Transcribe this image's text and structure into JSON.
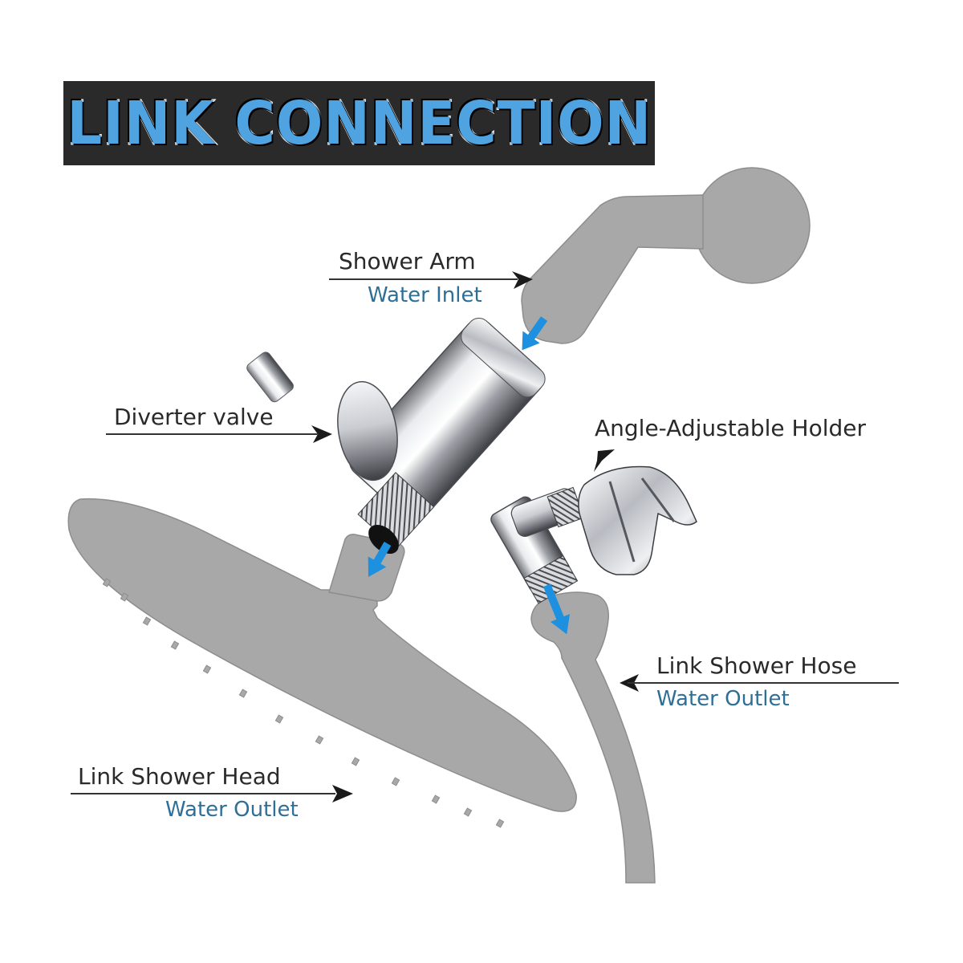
{
  "title": "LINK CONNECTION",
  "colors": {
    "banner_bg": "#2b2a2a",
    "title_fill": "#4fa3e0",
    "silhouette_gray": "#a9a8a9",
    "flow_arrow_blue": "#1e90e0",
    "label_text": "#2a2a2a",
    "sublabel_text": "#2e6f98"
  },
  "callouts": [
    {
      "id": "shower-arm",
      "label": "Shower Arm",
      "sublabel": "Water Inlet",
      "pointer": "right"
    },
    {
      "id": "diverter-valve",
      "label": "Diverter valve",
      "sublabel": "",
      "pointer": "right"
    },
    {
      "id": "angle-adjustable-holder",
      "label": "Angle-Adjustable Holder",
      "sublabel": "",
      "pointer": "down-left"
    },
    {
      "id": "shower-hose",
      "label": "Link Shower Hose",
      "sublabel": "Water Outlet",
      "pointer": "left"
    },
    {
      "id": "shower-head",
      "label": "Link Shower Head",
      "sublabel": "Water Outlet",
      "pointer": "right"
    }
  ],
  "components": {
    "shower_arm": "shower-arm-silhouette",
    "diverter": "chrome-diverter-valve",
    "holder": "chrome-handheld-holder",
    "shower_head": "rain-shower-head-silhouette",
    "hose": "shower-hose-silhouette"
  }
}
